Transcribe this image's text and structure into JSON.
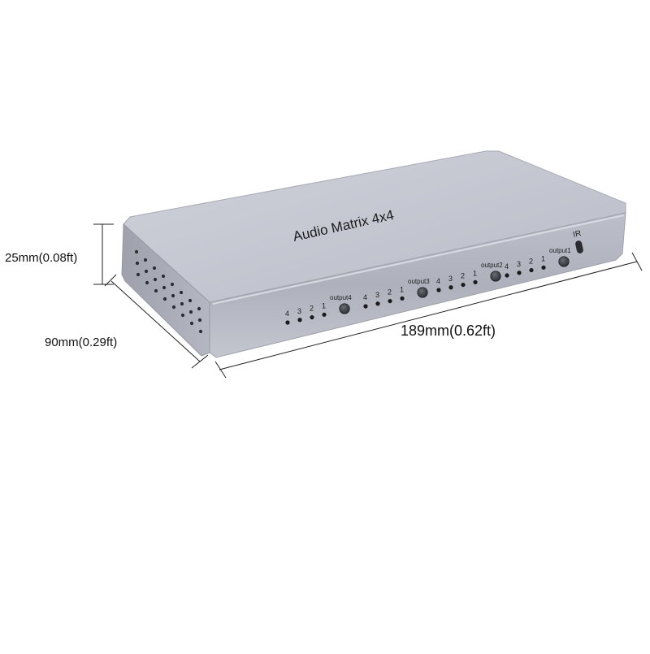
{
  "product": {
    "title": "Audio Matrix 4x4",
    "ir_label": "IR"
  },
  "dimensions": {
    "height": "25mm(0.08ft)",
    "depth": "90mm(0.29ft)",
    "width": "189mm(0.62ft)"
  },
  "outputs": [
    {
      "label": "output4",
      "led_numbers": [
        "4",
        "3",
        "2",
        "1"
      ]
    },
    {
      "label": "output3",
      "led_numbers": [
        "4",
        "3",
        "2",
        "1"
      ]
    },
    {
      "label": "output2",
      "led_numbers": [
        "4",
        "3",
        "2",
        "1"
      ]
    },
    {
      "label": "output1",
      "led_numbers": [
        "4",
        "3",
        "2",
        "1"
      ]
    }
  ],
  "colors": {
    "body_top": "#c3c6d1",
    "body_front": "#b0b3bd",
    "body_side": "#a8abb5",
    "led": "#1a1a1a"
  }
}
